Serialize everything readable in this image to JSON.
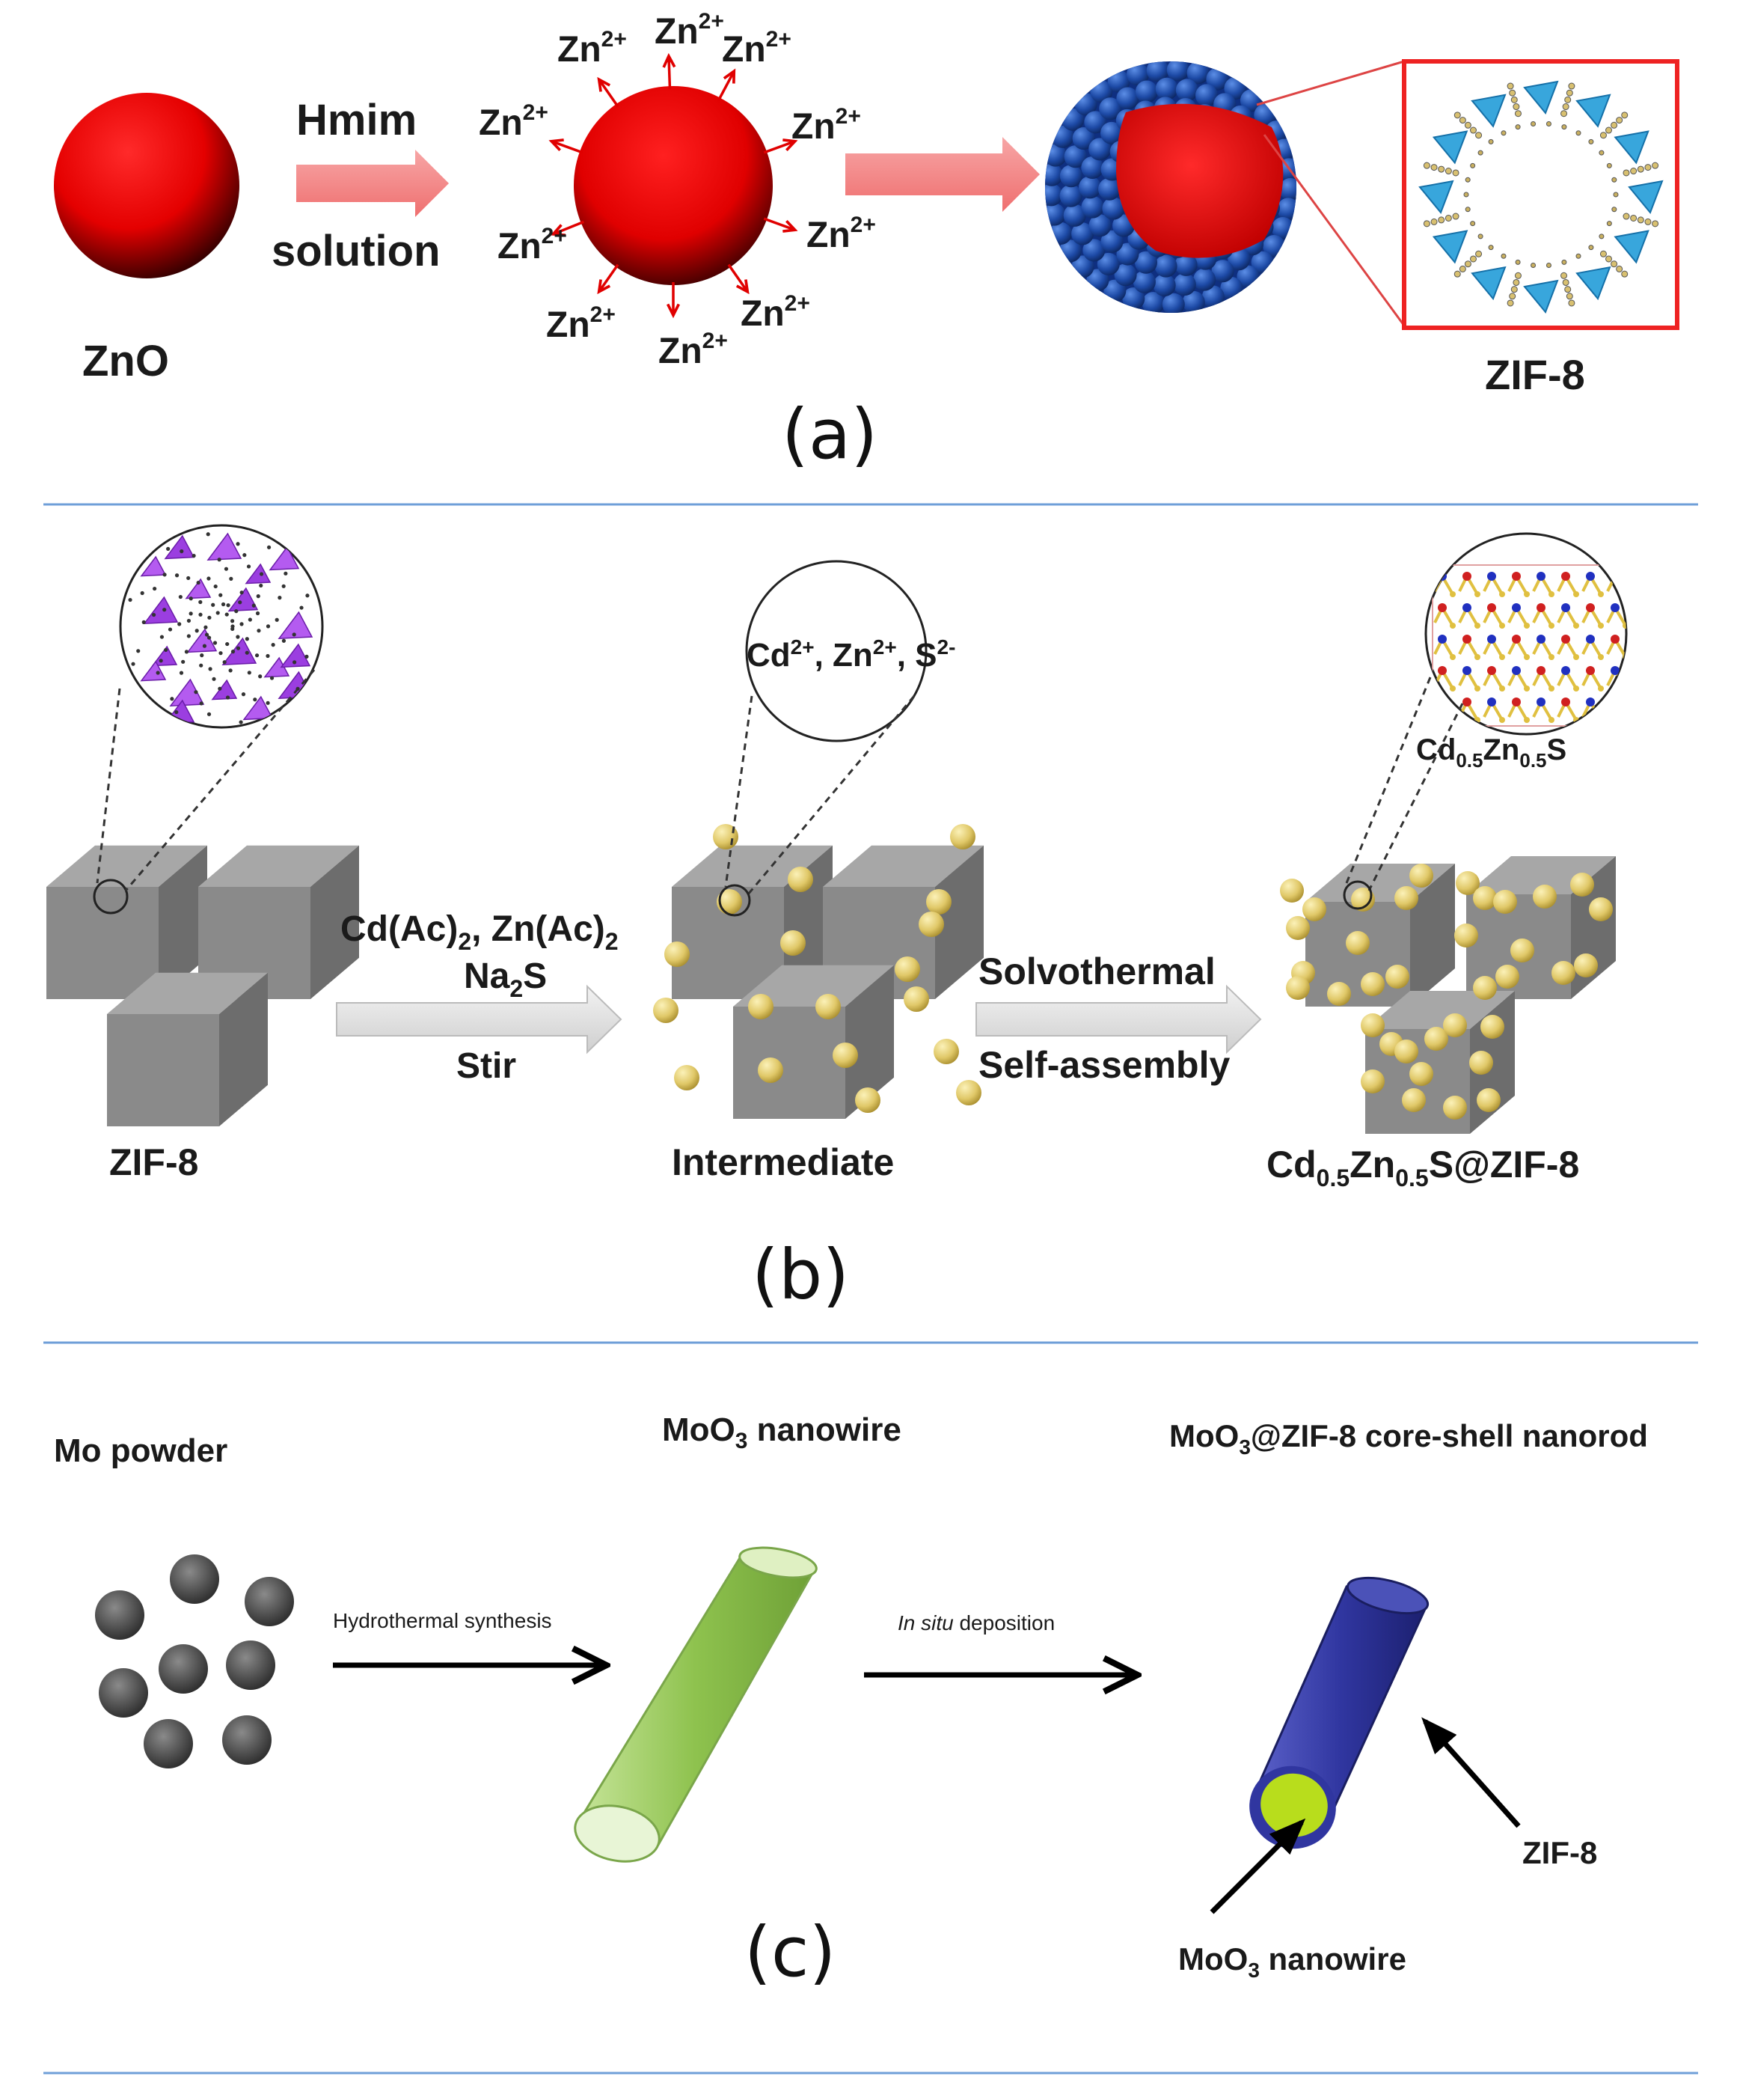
{
  "panel_a": {
    "start_label": "ZnO",
    "reagent": "Hmim",
    "medium": "solution",
    "ion": "Zn",
    "ion_charge": "2+",
    "product_label": "ZIF-8",
    "caption": "(a)"
  },
  "panel_b": {
    "start_label": "ZIF-8",
    "reagents_line1_a": "Cd(Ac)",
    "reagents_line1_b": ", Zn(Ac)",
    "sub_2": "2",
    "reagents_line2_a": "Na",
    "reagents_line2_b": "S",
    "step1": "Stir",
    "intermediate_label": "Intermediate",
    "ions_text": "Cd",
    "ions_charge": "2+",
    "ions_sep1": ", Zn",
    "ions_sep2": ", S",
    "ions_charge_s": "2-",
    "step2_line1": "Solvothermal",
    "step2_line2": "Self-assembly",
    "crystal_a": "Cd",
    "crystal_sub": "0.5",
    "crystal_b": "Zn",
    "crystal_c": "S",
    "product_suffix": "S@ZIF-8",
    "caption": "(b)"
  },
  "panel_c": {
    "start_label": "Mo  powder",
    "step1": "Hydrothermal synthesis",
    "mid_label_a": "MoO",
    "sub_3": "3",
    "mid_label_b": "  nanowire",
    "step2_italic": "In situ",
    "step2_rest": " deposition",
    "product_label_a": "MoO",
    "product_label_b": "@ZIF-8 core-shell nanorod",
    "shell_label": "ZIF-8",
    "core_label_a": "MoO",
    "core_label_b": "  nanowire",
    "caption": "(c)"
  },
  "colors": {
    "zno_red": "#e60000",
    "zif_blue": "#1f4ea8",
    "divider": "#6f9fd8",
    "arrow_pink": "#f08080",
    "cube_gray": "#8c8c8c",
    "nanoparticle_gold": "#e3cf73",
    "nanowire_green": "#96c95a",
    "shell_blue": "#3a3fa0",
    "core_green": "#b8dd1c"
  }
}
